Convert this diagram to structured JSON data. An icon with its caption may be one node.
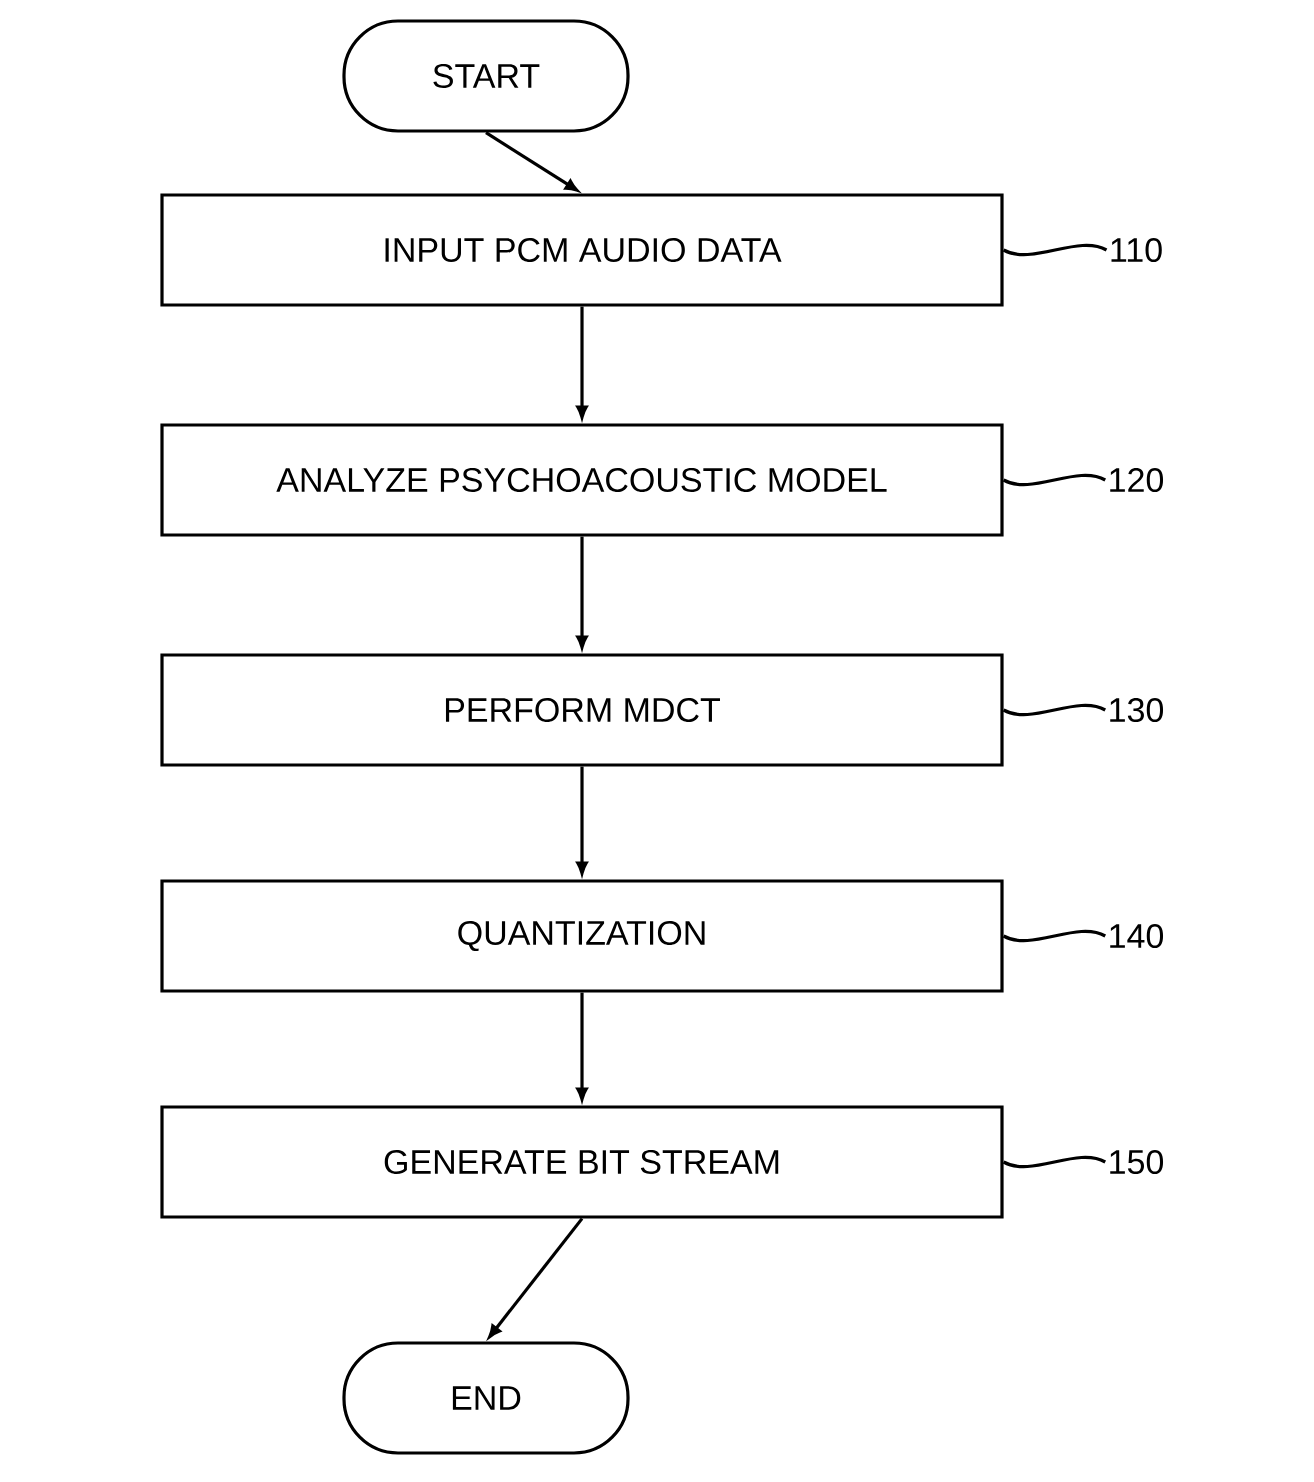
{
  "diagram": {
    "nodes": [
      {
        "text": [
          "START"
        ]
      },
      {
        "text": [
          "INPUT PCM AUDIO DATA"
        ]
      },
      {
        "text": [
          "ANALYZE PSYCHOACOUSTIC MODEL"
        ]
      },
      {
        "text": [
          "PERFORM MDCT"
        ]
      },
      {
        "text": [
          "QUANTIZATION"
        ]
      },
      {
        "text": [
          "GENERATE BIT STREAM"
        ]
      },
      {
        "text": [
          "END"
        ]
      },
      {
        "text": [
          "110"
        ]
      },
      {
        "text": [
          "120"
        ]
      },
      {
        "text": [
          "130"
        ]
      },
      {
        "text": [
          "140"
        ]
      },
      {
        "text": [
          "150"
        ]
      }
    ],
    "edges": [
      {
        "from": 0,
        "to": 1,
        "arrow": "to"
      },
      {
        "from": 1,
        "to": 2,
        "arrow": "to"
      },
      {
        "from": 2,
        "to": 3,
        "arrow": "to"
      },
      {
        "from": 3,
        "to": 4,
        "arrow": "to"
      },
      {
        "from": 4,
        "to": 5,
        "arrow": "to"
      },
      {
        "from": 5,
        "to": 6,
        "arrow": "to"
      },
      {
        "from": 7,
        "to": 1,
        "arrow": "none"
      },
      {
        "from": 8,
        "to": 2,
        "arrow": "none"
      },
      {
        "from": 9,
        "to": 3,
        "arrow": "none"
      },
      {
        "from": 10,
        "to": 4,
        "arrow": "none"
      },
      {
        "from": 11,
        "to": 5,
        "arrow": "none"
      }
    ]
  }
}
